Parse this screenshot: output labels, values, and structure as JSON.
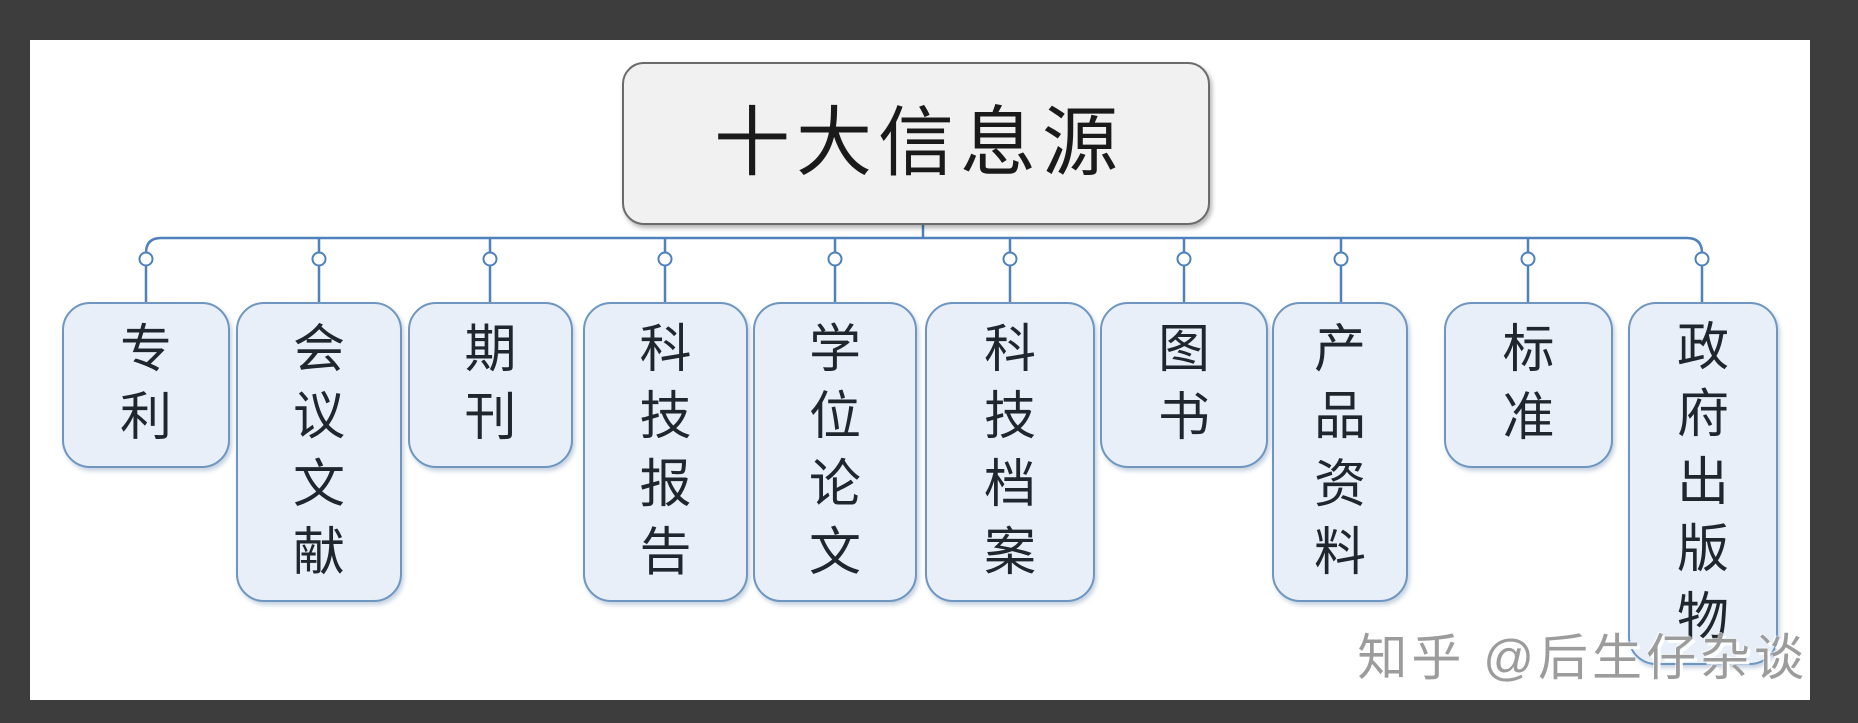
{
  "root": {
    "label": "十大信息源"
  },
  "nodes": [
    {
      "label": "专利"
    },
    {
      "label": "会议文献"
    },
    {
      "label": "期刊"
    },
    {
      "label": "科技报告"
    },
    {
      "label": "学位论文"
    },
    {
      "label": "科技档案"
    },
    {
      "label": "图书"
    },
    {
      "label": "产品资料"
    },
    {
      "label": "标准"
    },
    {
      "label": "政府出版物"
    }
  ],
  "watermark": {
    "text": "知乎 @后生仔杂谈"
  },
  "colors": {
    "frame": "#3d3d3d",
    "panel": "#ffffff",
    "connector_blue": "#4f81bd",
    "node_fill": "#e9eff8",
    "node_border": "#6e96c0",
    "root_fill": "#f1f1f1",
    "root_border": "#6b6b6b",
    "watermark_gray": "#9c9c9c"
  }
}
